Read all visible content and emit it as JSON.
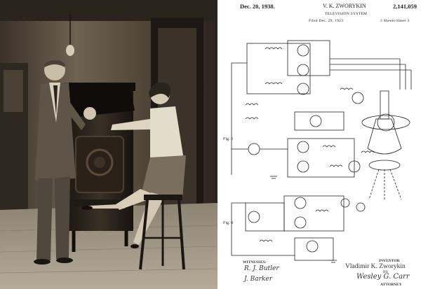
{
  "patent": {
    "date": "Dec. 20, 1938.",
    "inventor_header": "V. K. ZWORYKIN",
    "number": "2,141,059",
    "title": "TELEVISION SYSTEM",
    "filed": "Filed Dec. 29, 1923",
    "sheets": "3 Sheets-Sheet 3",
    "fig_labels": [
      "Fig. 3",
      "Fig. 4"
    ],
    "witnesses_label": "WITNESSES:",
    "witness_1": "R. J. Butler",
    "witness_2": "J. Barker",
    "inventor_label": "INVENTOR",
    "inventor_name": "Vladimir K. Zworykin",
    "by_label": "BY",
    "attorney_signature": "Wesley G. Carr",
    "attorney_label": "ATTORNEY"
  }
}
